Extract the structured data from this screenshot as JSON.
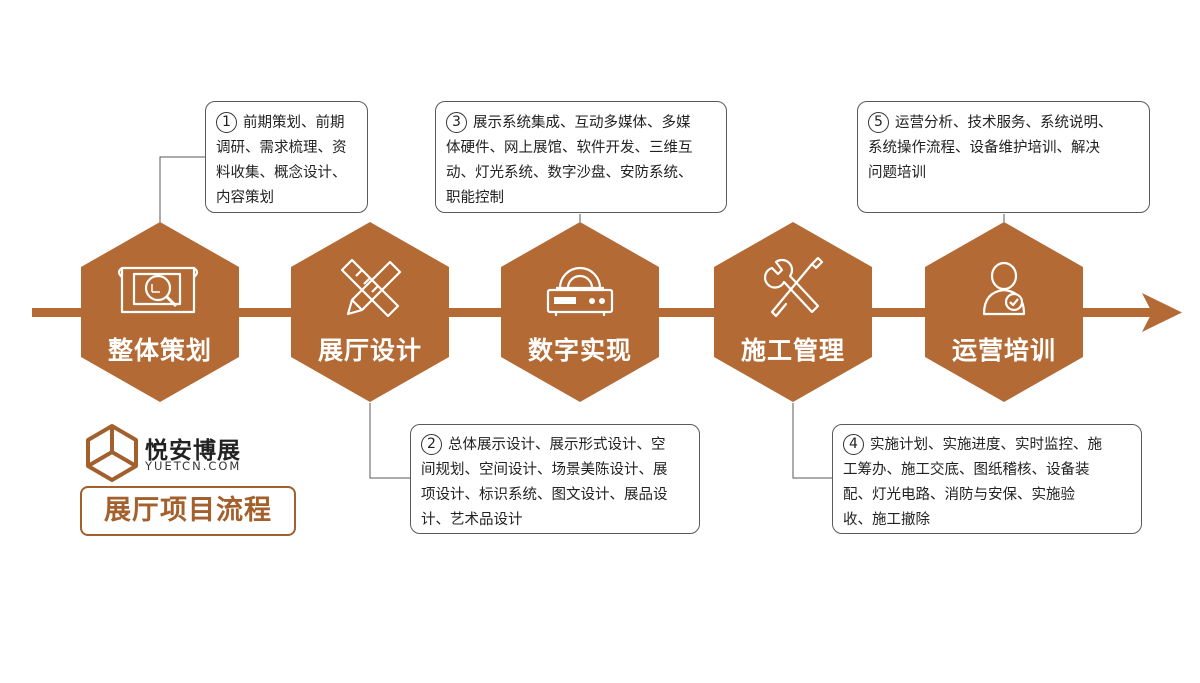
{
  "colors": {
    "accent": "#b36a34",
    "icon": "#ffffff",
    "line": "#5a5a5a",
    "title": "#a35f2c"
  },
  "logo": {
    "name": "悦安博展",
    "url": "YUETCN.COM"
  },
  "page_title": "展厅项目流程",
  "steps": [
    {
      "label": "整体策划",
      "icon": "blueprint-icon"
    },
    {
      "label": "展厅设计",
      "icon": "pencil-ruler-icon"
    },
    {
      "label": "数字实现",
      "icon": "device-icon"
    },
    {
      "label": "施工管理",
      "icon": "tools-icon"
    },
    {
      "label": "运营培训",
      "icon": "service-person-icon"
    }
  ],
  "callouts": [
    {
      "num": "1",
      "lines": [
        "前期策划、前期",
        "调研、需求梳理、资",
        "料收集、概念设计、",
        "内容策划"
      ]
    },
    {
      "num": "2",
      "lines": [
        "总体展示设计、展示形式设计、空",
        "间规划、空间设计、场景美陈设计、展",
        "项设计、标识系统、图文设计、展品设",
        "计、艺术品设计"
      ]
    },
    {
      "num": "3",
      "lines": [
        "展示系统集成、互动多媒体、多媒",
        "体硬件、网上展馆、软件开发、三维互",
        "动、灯光系统、数字沙盘、安防系统、",
        "职能控制"
      ]
    },
    {
      "num": "4",
      "lines": [
        "实施计划、实施进度、实时监控、施",
        "工筹办、施工交底、图纸稽核、设备装",
        "配、灯光电路、消防与安保、实施验",
        "收、施工撤除"
      ]
    },
    {
      "num": "5",
      "lines": [
        "运营分析、技术服务、系统说明、",
        "系统操作流程、设备维护培训、解决",
        "问题培训"
      ]
    }
  ]
}
